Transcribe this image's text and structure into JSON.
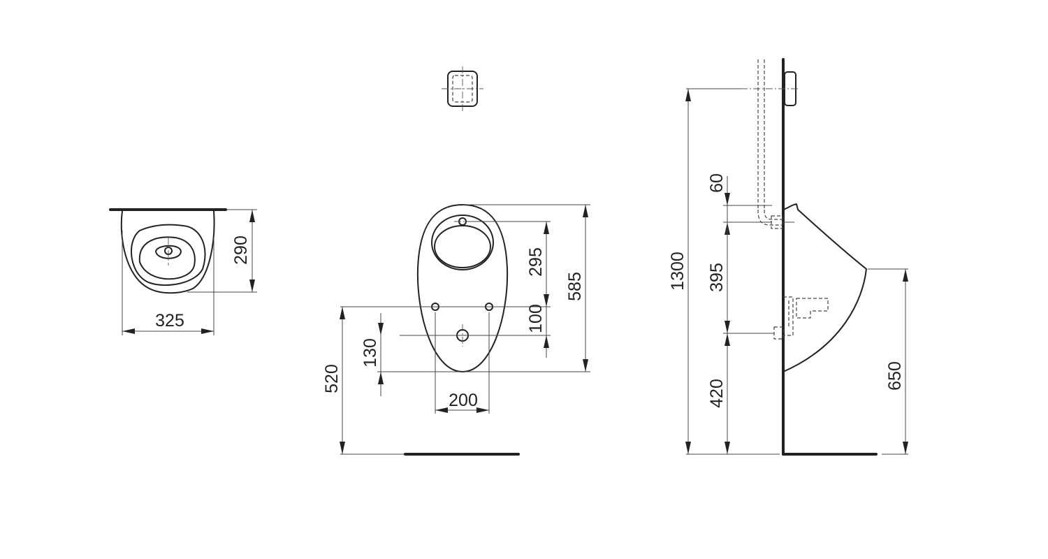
{
  "drawing": {
    "type": "technical-dimension-drawing",
    "views": {
      "top_view": {
        "width": "325",
        "depth": "290"
      },
      "front_view": {
        "inlet_to_fixing": "295",
        "overall_height": "585",
        "fixing_to_outlet": "100",
        "outlet_to_bottom": "130",
        "fixing_spacing": "200",
        "fixing_height": "520"
      },
      "side_view": {
        "flush_valve_height": "1300",
        "inlet_offset": "60",
        "inlet_to_outlet": "395",
        "outlet_height": "420",
        "rim_height": "650"
      }
    }
  }
}
